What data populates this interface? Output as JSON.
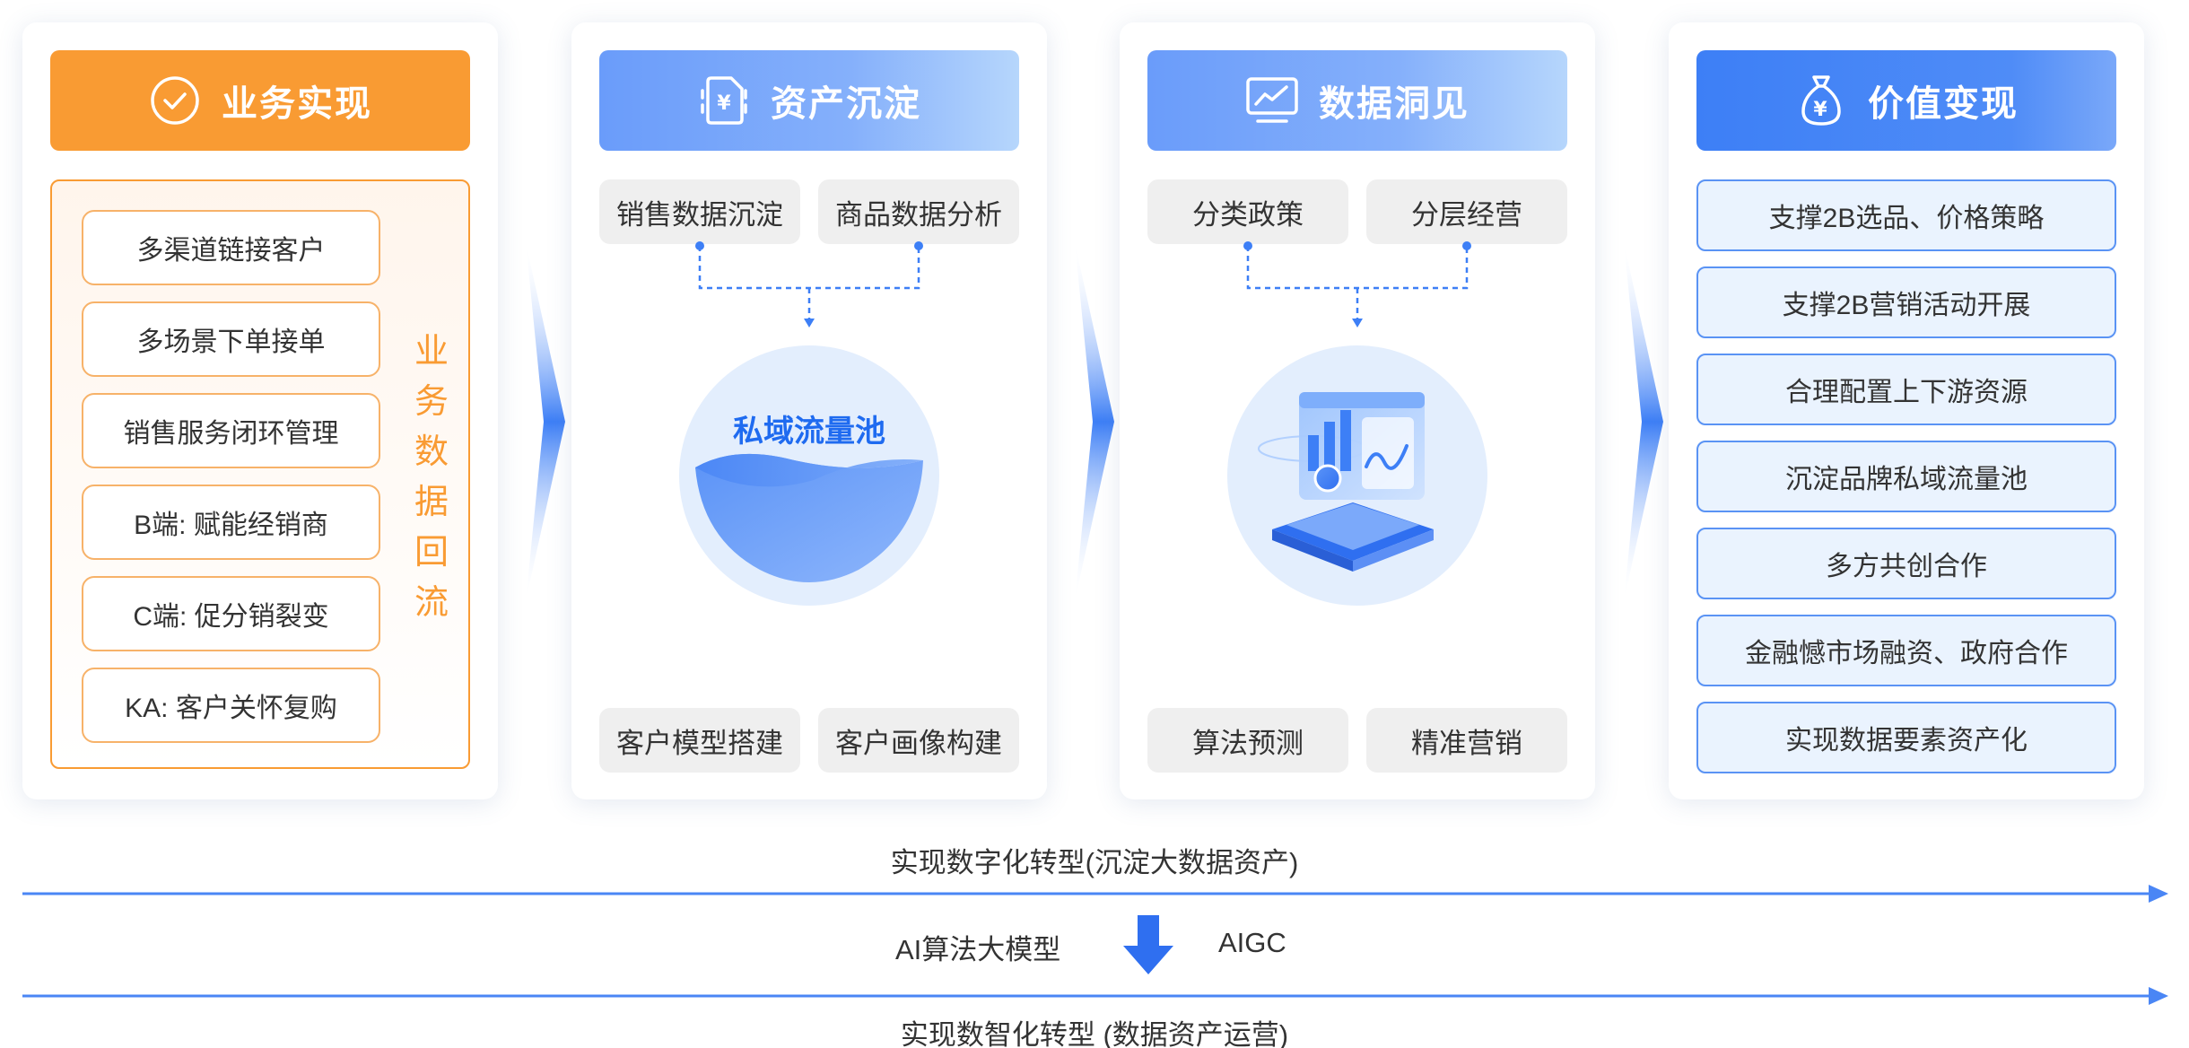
{
  "panels": [
    {
      "title": "业务实现",
      "icon": "check-circle-icon",
      "items": [
        "多渠道链接客户",
        "多场景下单接单",
        "销售服务闭环管理",
        "B端: 赋能经销商",
        "C端: 促分销裂变",
        "KA: 客户关怀复购"
      ],
      "side_label": [
        "业",
        "务",
        "数",
        "据",
        "回",
        "流"
      ]
    },
    {
      "title": "资产沉淀",
      "icon": "yuan-document-icon",
      "top_tags": [
        "销售数据沉淀",
        "商品数据分析"
      ],
      "center_label": "私域流量池",
      "bottom_tags": [
        "客户模型搭建",
        "客户画像构建"
      ]
    },
    {
      "title": "数据洞见",
      "icon": "chart-monitor-icon",
      "top_tags": [
        "分类政策",
        "分层经营"
      ],
      "bottom_tags": [
        "算法预测",
        "精准营销"
      ]
    },
    {
      "title": "价值变现",
      "icon": "money-bag-icon",
      "items": [
        "支撑2B选品、价格策略",
        "支撑2B营销活动开展",
        "合理配置上下游资源",
        "沉淀品牌私域流量池",
        "多方共创合作",
        "金融憾市场融资、政府合作",
        "实现数据要素资产化"
      ]
    }
  ],
  "bottom": {
    "line1": "实现数字化转型(沉淀大数据资产)",
    "left_label": "AI算法大模型",
    "right_label": "AIGC",
    "line2": "实现数智化转型 (数据资产运营)"
  },
  "colors": {
    "orange": "#f99b33",
    "blue": "#3d7ff6",
    "light_blue": "#85b0fb",
    "accent_text": "#1f6bf0"
  }
}
